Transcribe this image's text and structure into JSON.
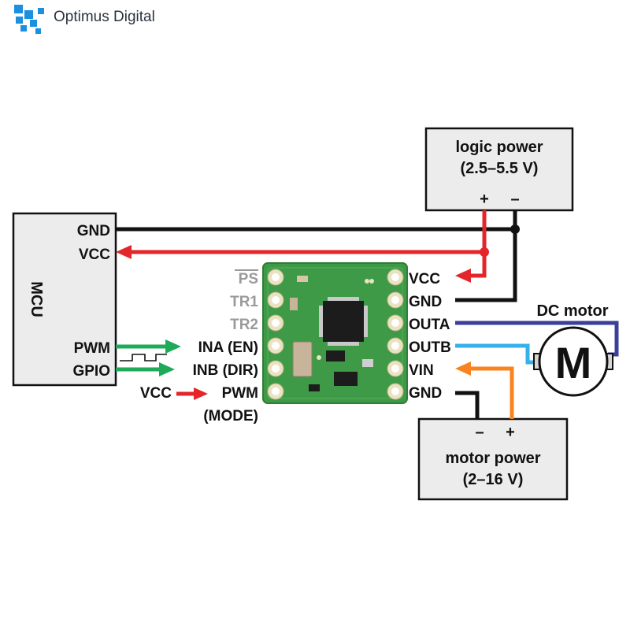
{
  "brand": {
    "name": "Optimus Digital",
    "logo_color": "#1b8fe0"
  },
  "colors": {
    "wire_black": "#111111",
    "wire_red": "#e4262b",
    "wire_green": "#1eaa59",
    "wire_navy": "#3b3f9a",
    "wire_lightblue": "#35b1ea",
    "wire_orange": "#f7841f",
    "box_fill": "#ececec",
    "pcb_green": "#3e9a47"
  },
  "logic_power": {
    "line1": "logic power",
    "line2": "(2.5–5.5 V)",
    "plus": "+",
    "minus": "–"
  },
  "motor_power": {
    "line1": "motor power",
    "line2": "(2–16 V)",
    "minus": "–",
    "plus": "+"
  },
  "mcu": {
    "label": "MCU",
    "pins": {
      "gnd": "GND",
      "vcc": "VCC",
      "pwm": "PWM",
      "gpio": "GPIO"
    }
  },
  "driver": {
    "left_pins": {
      "ps": "PS",
      "tr1": "TR1",
      "tr2": "TR2",
      "ina": "INA (EN)",
      "inb": "INB (DIR)",
      "pwm": "PWM",
      "mode": "(MODE)"
    },
    "right_pins": {
      "vcc": "VCC",
      "gnd": "GND",
      "outa": "OUTA",
      "outb": "OUTB",
      "vin": "VIN",
      "gnd2": "GND"
    },
    "vcc_input": "VCC"
  },
  "motor": {
    "title": "DC motor",
    "symbol": "M"
  }
}
